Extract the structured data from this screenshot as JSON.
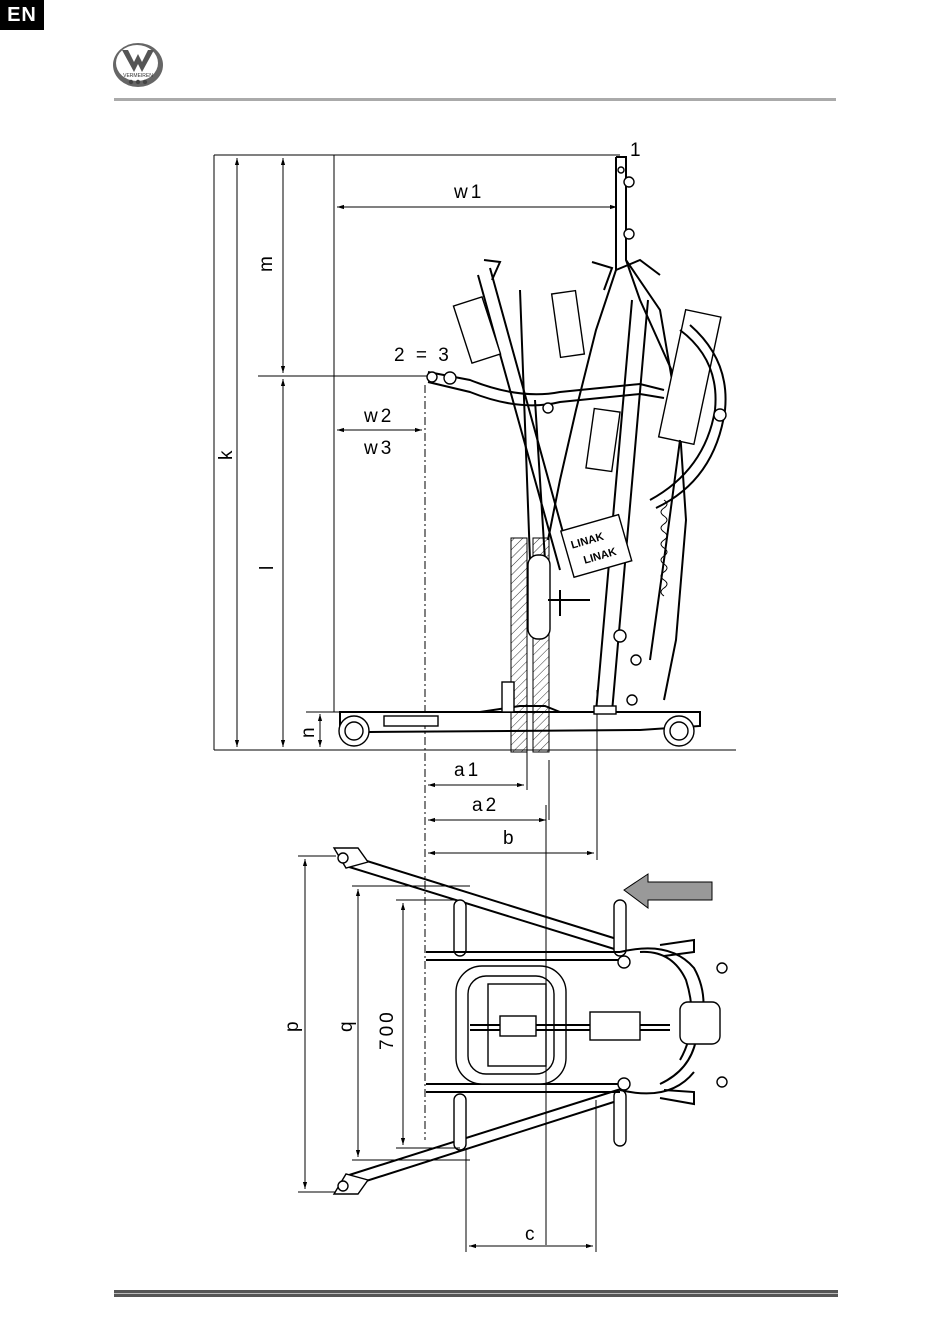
{
  "header": {
    "language_tab": "EN",
    "brand": "VERMEIREN"
  },
  "labels": {
    "l1": "1",
    "w1": "w1",
    "m": "m",
    "two_eq_three": "2 = 3",
    "w2": "w2",
    "w3": "w3",
    "k": "k",
    "l": "l",
    "n": "n",
    "a1": "a1",
    "a2": "a2",
    "b": "b",
    "p": "p",
    "q": "q",
    "seven_hundred": "700",
    "c": "c",
    "linak_1": "LINAK",
    "linak_2": "LINAK"
  },
  "colors": {
    "arrow": "#999999",
    "rule_top": "#aaaaaa",
    "rule_bottom": "#555555"
  }
}
